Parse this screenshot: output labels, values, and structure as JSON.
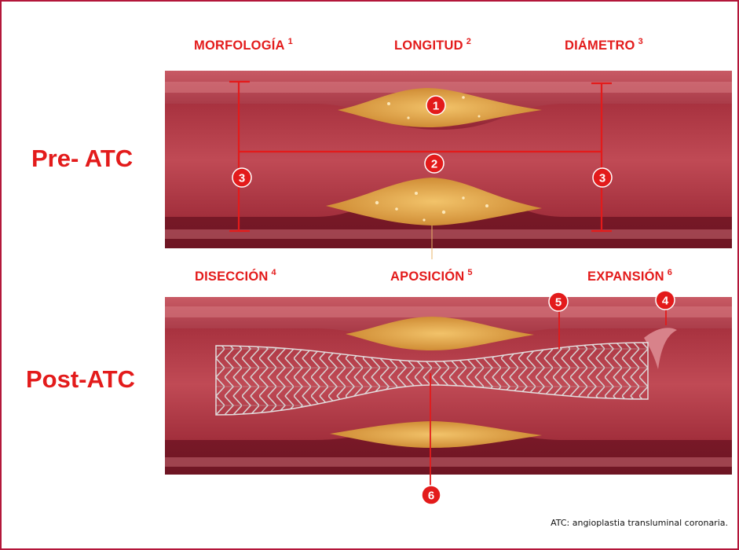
{
  "headers_top": [
    {
      "text": "MORFOLOGÍA",
      "sup": "1"
    },
    {
      "text": "LONGITUD",
      "sup": "2"
    },
    {
      "text": "DIÁMETRO",
      "sup": "3"
    }
  ],
  "headers_bottom": [
    {
      "text": "DISECCIÓN",
      "sup": "4"
    },
    {
      "text": "APOSICIÓN",
      "sup": "5"
    },
    {
      "text": "EXPANSIÓN",
      "sup": "6"
    }
  ],
  "row_labels": {
    "pre": "Pre- ATC",
    "post": "Post-ATC"
  },
  "markers": {
    "m1": "1",
    "m2": "2",
    "m3a": "3",
    "m3b": "3",
    "m4": "4",
    "m5": "5",
    "m6": "6"
  },
  "footnote": "ATC: angioplastia transluminal coronaria.",
  "colors": {
    "accent": "#e31b1b",
    "frame": "#b3173a",
    "vessel": "#8e1f2f",
    "lumen": "#b8404b",
    "plaque": "#e0a040"
  }
}
